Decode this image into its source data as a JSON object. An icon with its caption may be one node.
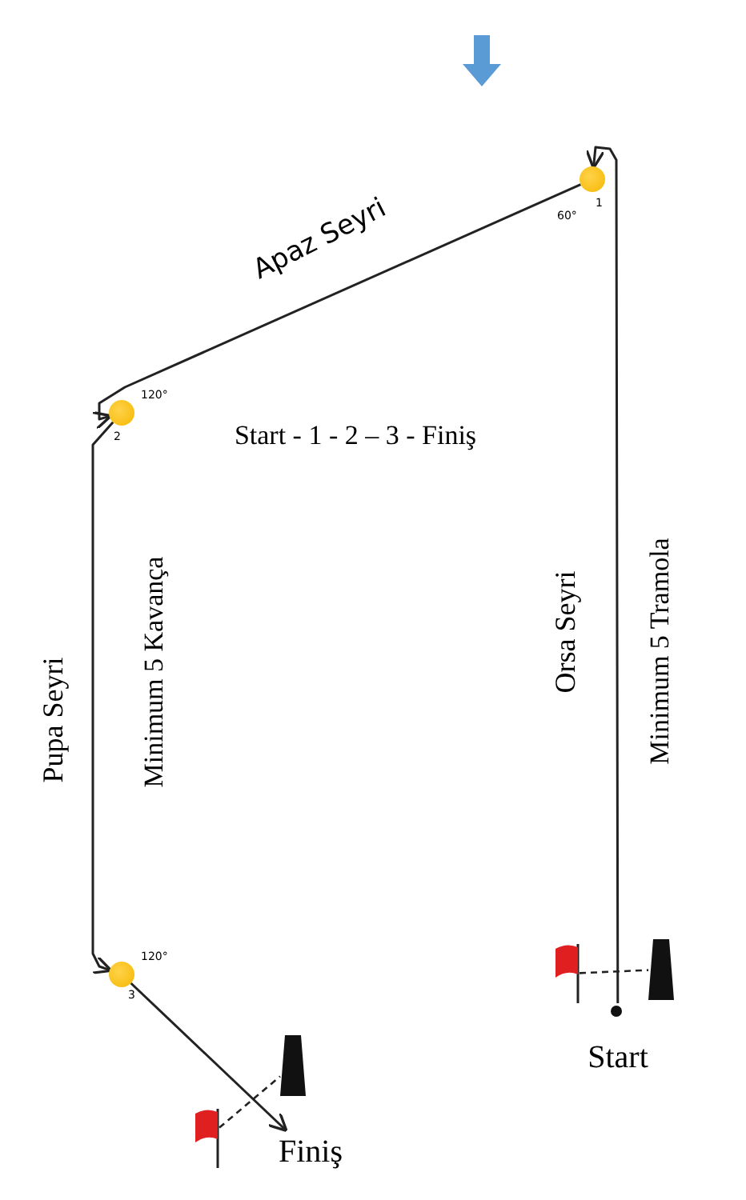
{
  "diagram": {
    "nodes": [
      {
        "text": [
          "Start"
        ]
      },
      {
        "text": [],
        "shape": "circle",
        "beside": [
          "60°",
          "1"
        ]
      },
      {
        "text": [],
        "shape": "circle",
        "beside": [
          "120°",
          "2"
        ]
      },
      {
        "text": [],
        "shape": "circle",
        "beside": [
          "120°",
          "3"
        ]
      },
      {
        "text": [
          "Finiş"
        ]
      },
      {
        "text": [],
        "shape": "flag"
      },
      {
        "text": [],
        "shape": "boat"
      },
      {
        "text": [],
        "shape": "flag"
      },
      {
        "text": [],
        "shape": "boat"
      }
    ],
    "edges": [
      {
        "from": 0,
        "to": 1,
        "arrow": "to",
        "label": "Orsa Seyri"
      },
      {
        "from": 1,
        "to": 2,
        "arrow": "to",
        "label": "Apaz Seyri"
      },
      {
        "from": 2,
        "to": 3,
        "arrow": "to",
        "label": "Pupa Seyri"
      },
      {
        "from": 3,
        "to": 4,
        "arrow": "to"
      },
      {
        "from": 5,
        "to": 6,
        "arrow": "none",
        "style": "dashed"
      },
      {
        "from": 7,
        "to": 8,
        "arrow": "none",
        "style": "dashed"
      }
    ],
    "labels": [
      "Start - 1 - 2 – 3 - Finiş",
      "Minimum 5 Kavança",
      "Minimum 5 Tramola"
    ]
  }
}
